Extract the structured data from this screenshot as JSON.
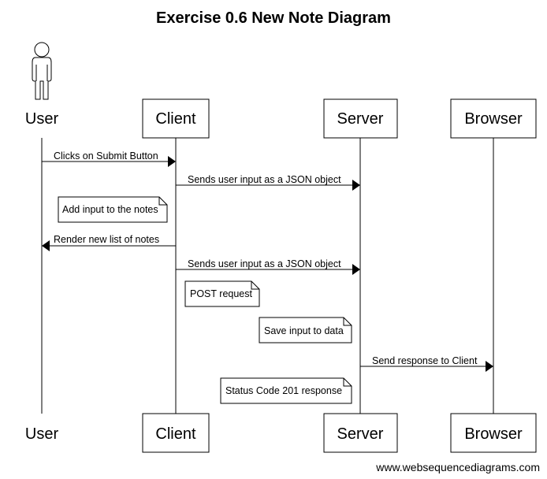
{
  "title": "Exercise 0.6 New Note Diagram",
  "participants": [
    {
      "id": "user",
      "label": "User",
      "kind": "actor",
      "icon": "stick-figure-icon"
    },
    {
      "id": "client",
      "label": "Client",
      "kind": "box"
    },
    {
      "id": "server",
      "label": "Server",
      "kind": "box"
    },
    {
      "id": "browser",
      "label": "Browser",
      "kind": "box"
    }
  ],
  "messages": [
    {
      "from": "user",
      "to": "client",
      "label": "Clicks on Submit Button"
    },
    {
      "from": "client",
      "to": "server",
      "label": "Sends user input as a JSON object"
    },
    {
      "from": "client",
      "to": "user",
      "label": "Render new list of notes"
    },
    {
      "from": "client",
      "to": "server",
      "label": "Sends user input as a JSON object"
    },
    {
      "from": "server",
      "to": "browser",
      "label": "Send response to Client"
    }
  ],
  "notes": [
    {
      "text": "Add input to the notes"
    },
    {
      "text": "POST request"
    },
    {
      "text": "Save input to data"
    },
    {
      "text": "Status Code 201 response"
    }
  ],
  "footer": "www.websequencediagrams.com"
}
